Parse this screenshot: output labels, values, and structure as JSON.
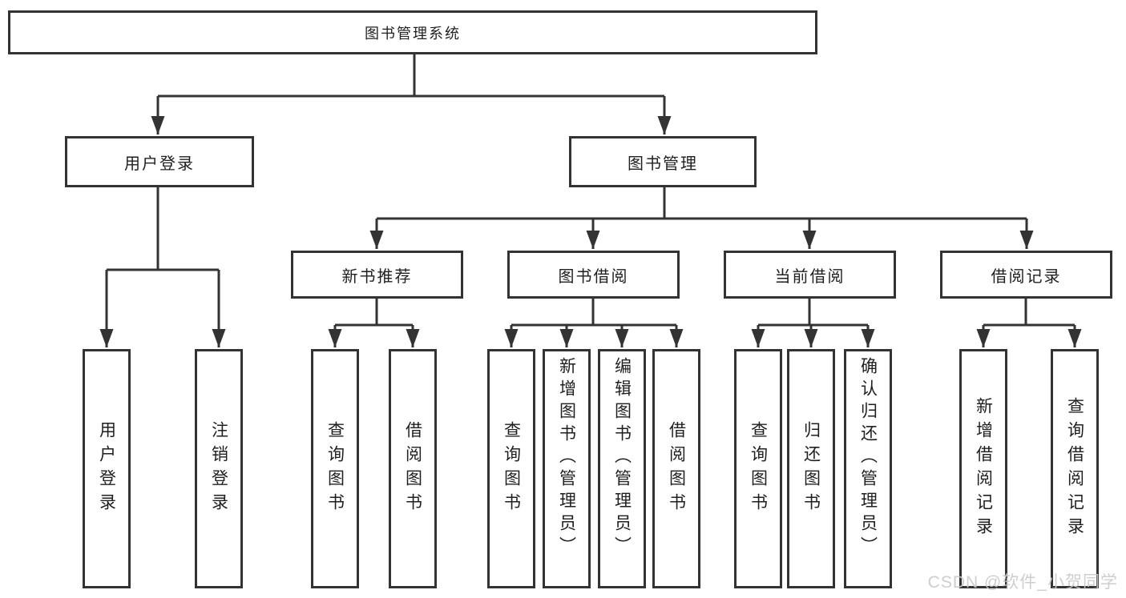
{
  "diagram": {
    "root": {
      "label": "图书管理系统",
      "children": [
        {
          "label": "用户登录",
          "children": [
            {
              "label": "用户登录"
            },
            {
              "label": "注销登录"
            }
          ]
        },
        {
          "label": "图书管理",
          "children": [
            {
              "label": "新书推荐",
              "children": [
                {
                  "label": "查询图书"
                },
                {
                  "label": "借阅图书"
                }
              ]
            },
            {
              "label": "图书借阅",
              "children": [
                {
                  "label": "查询图书"
                },
                {
                  "label": "新增图书（管理员）"
                },
                {
                  "label": "编辑图书（管理员）"
                },
                {
                  "label": "借阅图书"
                }
              ]
            },
            {
              "label": "当前借阅",
              "children": [
                {
                  "label": "查询图书"
                },
                {
                  "label": "归还图书"
                },
                {
                  "label": "确认归还（管理员）"
                }
              ]
            },
            {
              "label": "借阅记录",
              "children": [
                {
                  "label": "新增借阅记录"
                },
                {
                  "label": "查询借阅记录"
                }
              ]
            }
          ]
        }
      ]
    }
  },
  "colors": {
    "line": "#333333",
    "text": "#1f1f1f",
    "background": "#ffffff",
    "watermark": "#c9c9c9"
  },
  "watermark": {
    "text": "CSDN @软件_小贺同学"
  }
}
